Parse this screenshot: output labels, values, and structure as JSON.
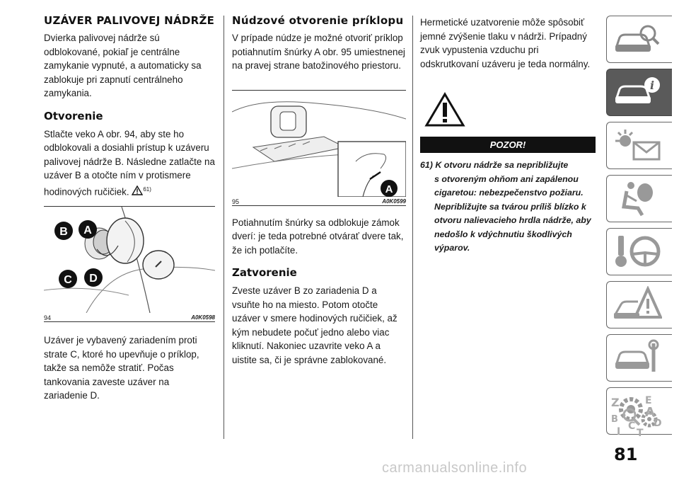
{
  "col1": {
    "heading": "UZÁVER PALIVOVEJ NÁDRŽE",
    "para1": "Dvierka palivovej nádrže sú odblokované, pokiaľ je centrálne zamykanie vypnuté, a automaticky sa zablokuje pri zapnutí centrálneho zamykania.",
    "subheading": "Otvorenie",
    "para2": "Stlačte veko A obr. 94, aby ste ho odblokovali a dosiahli prístup k uzáveru palivovej nádrže B. Následne zatlačte na uzáver B a otočte ním v protismere hodinových ručičiek.",
    "para2_ref": "61)",
    "figure": {
      "number": "94",
      "code": "A0K0598",
      "labels": [
        "B",
        "A",
        "C",
        "D"
      ]
    },
    "para3": "Uzáver je vybavený zariadením proti strate C, ktoré ho upevňuje o príklop, takže sa nemôže stratiť. Počas tankovania zaveste uzáver na zariadenie D."
  },
  "col2": {
    "heading": "Núdzové otvorenie príklopu",
    "para1": "V prípade núdze je možné otvoriť príklop potiahnutím šnúrky A obr. 95 umiestnenej na pravej strane batožinového priestoru.",
    "figure": {
      "number": "95",
      "code": "A0K0599",
      "label": "A"
    },
    "para2": "Potiahnutím šnúrky sa odblokuje zámok dverí: je teda potrebné otvárať dvere tak, že ich potlačíte.",
    "subheading": "Zatvorenie",
    "para3": "Zveste uzáver B zo zariadenia D a vsuňte ho na miesto. Potom otočte uzáver v smere hodinových ručičiek, až kým nebudete počuť jedno alebo viac kliknutí. Nakoniec uzavrite veko A a uistite sa, či je správne zablokované."
  },
  "col3": {
    "para1": "Hermetické uzatvorenie môže spôsobiť jemné zvýšenie tlaku v nádrži. Prípadný zvuk vypustenia vzduchu pri odskrutkovaní uzáveru je teda normálny.",
    "warning_title": "POZOR!",
    "warning_num": "61)",
    "warning_first": "K otvoru nádrže sa nepribližujte",
    "warning_rest": "s otvoreným ohňom ani zapálenou cigaretou: nebezpečenstvo požiaru. Nepribližujte sa tvárou príliš blízko k otvoru nalievacieho hrdla nádrže, aby nedošlo k vdýchnutiu škodlivých výparov."
  },
  "tabs": [
    "car-search-icon",
    "car-info-icon",
    "dashboard-lights-icon",
    "airbag-seat-icon",
    "steering-key-icon",
    "breakdown-triangle-icon",
    "car-service-icon",
    "gears-icon",
    "alphabet-index-icon"
  ],
  "page_number": "81",
  "watermark": "carmanualsonline.info",
  "colors": {
    "tab_active": "#5a5a5a",
    "warning_bar": "#111111"
  }
}
